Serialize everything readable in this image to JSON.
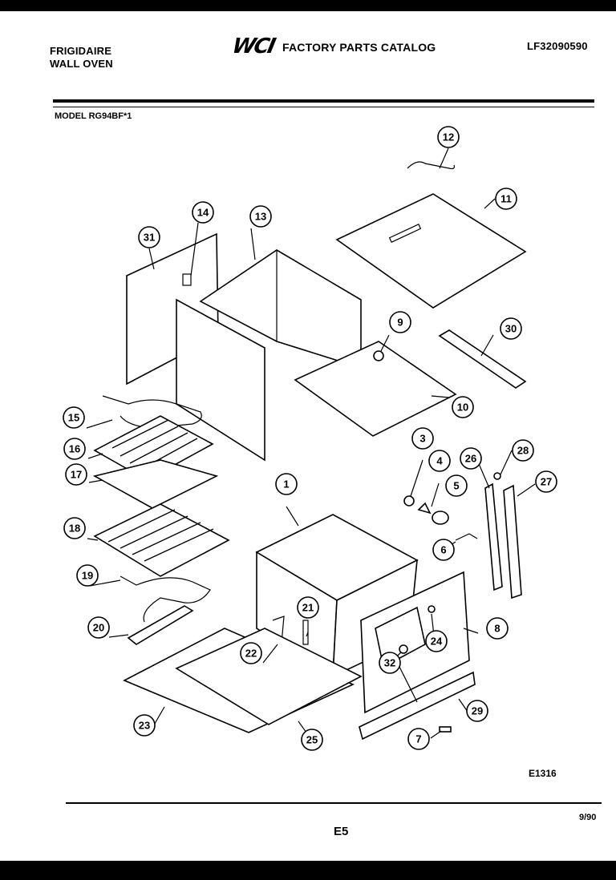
{
  "header": {
    "brand_line1": "FRIGIDAIRE",
    "brand_line2": "WALL OVEN",
    "logo": "WCI",
    "catalog_title": "FACTORY PARTS CATALOG",
    "doc_number": "LF32090590"
  },
  "model_label": "MODEL RG94BF*1",
  "callouts": [
    "1",
    "3",
    "4",
    "5",
    "6",
    "7",
    "8",
    "9",
    "10",
    "11",
    "12",
    "13",
    "14",
    "15",
    "16",
    "17",
    "18",
    "19",
    "20",
    "21",
    "22",
    "23",
    "24",
    "25",
    "26",
    "27",
    "28",
    "29",
    "30",
    "31",
    "32"
  ],
  "footer": {
    "figure_code": "E1316",
    "page_number": "E5",
    "date": "9/90"
  }
}
